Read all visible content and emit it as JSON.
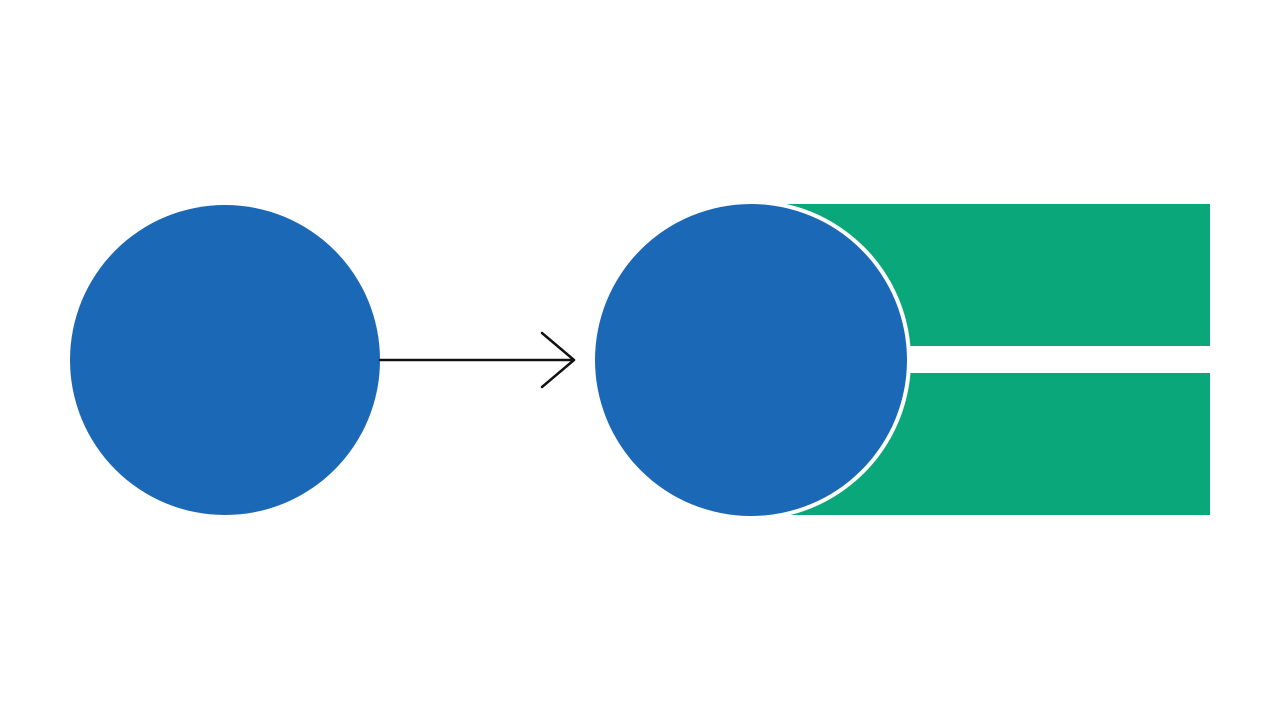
{
  "diagram": {
    "kind": "transformation",
    "source_shape": "circle",
    "connector": "arrow-right",
    "result_shapes": [
      "circle",
      "bar",
      "bar"
    ],
    "colors": {
      "background": "#ffffff",
      "circle": "#1b69b6",
      "bar": "#0aa77b",
      "arrow": "#111111",
      "separator": "#ffffff"
    }
  }
}
